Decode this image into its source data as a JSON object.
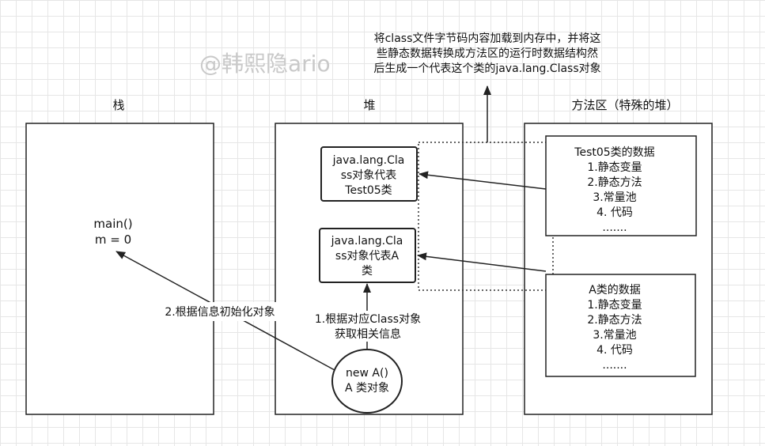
{
  "watermark": "@韩熙隐ario",
  "top_note": {
    "line1": "将class文件字节码内容加载到内存中，并将这",
    "line2": "些静态数据转换成方法区的运行时数据结构然",
    "line3": "后生成一个代表这个类的java.lang.Class对象"
  },
  "columns": {
    "stack": "栈",
    "heap": "堆",
    "method_area": "方法区（特殊的堆）"
  },
  "stack_frame": {
    "line1": "main()",
    "line2": "m = 0"
  },
  "heap_class_test05": {
    "line1": "java.lang.Cla",
    "line2": "ss对象代表",
    "line3": "Test05类"
  },
  "heap_class_a": {
    "line1": "java.lang.Cla",
    "line2": "ss对象代表A",
    "line3": "类"
  },
  "heap_new_a": {
    "line1": "new A()",
    "line2": "A 类对象"
  },
  "step1": {
    "line1": "1.根据对应Class对象",
    "line2": "获取相关信息"
  },
  "step2": "2.根据信息初始化对象",
  "method_test05": {
    "title": "Test05类的数据",
    "items": [
      "1.静态变量",
      "2.静态方法",
      "3.常量池",
      "4. 代码",
      "......."
    ]
  },
  "method_a": {
    "title": "A类的数据",
    "items": [
      "1.静态变量",
      "2.静态方法",
      "3.常量池",
      "4. 代码",
      "......."
    ]
  }
}
